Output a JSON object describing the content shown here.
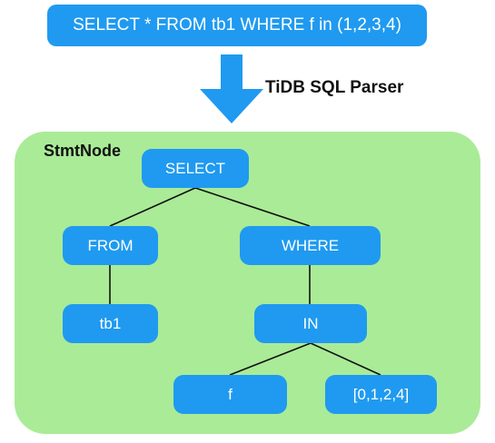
{
  "query": "SELECT * FROM tb1 WHERE f in (1,2,3,4)",
  "parser_label": "TiDB SQL Parser",
  "stmt_title": "StmtNode",
  "nodes": {
    "select": "SELECT",
    "from": "FROM",
    "where": "WHERE",
    "tb1": "tb1",
    "in": "IN",
    "f": "f",
    "list": "[0,1,2,4]"
  },
  "colors": {
    "node": "#1f9af0",
    "area": "#aaeb97",
    "edge": "#111111"
  }
}
